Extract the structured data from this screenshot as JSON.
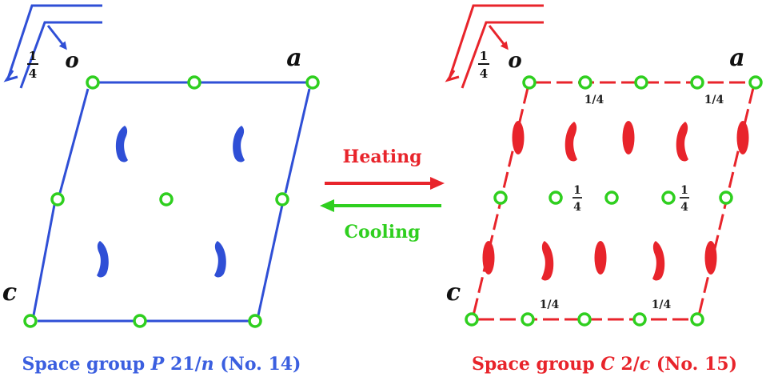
{
  "colors": {
    "blue": "#2f4fd6",
    "red": "#e8242b",
    "green": "#2fcf1f",
    "dark": "#111111",
    "caption_blue": "#3b5fe0",
    "caption_red": "#e8242b"
  },
  "left_panel": {
    "origin_label": "o",
    "a_label": "a",
    "c_label": "c",
    "origin_height_num": "1",
    "origin_height_den": "4",
    "caption": {
      "prefix": "Space group ",
      "symbol_letter": "P",
      "symbol_rest": " 21/",
      "symbol_n": "n",
      "suffix": " (No. 14)"
    }
  },
  "right_panel": {
    "origin_label": "o",
    "a_label": "a",
    "c_label": "c",
    "origin_height_num": "1",
    "origin_height_den": "4",
    "quarter_label": "1/4",
    "frac_num": "1",
    "frac_den": "4",
    "caption": {
      "prefix": "Space group ",
      "symbol_letter": "C",
      "symbol_rest": " 2/",
      "symbol_c": "c",
      "suffix": " (No. 15)"
    }
  },
  "transition": {
    "heating_label": "Heating",
    "cooling_label": "Cooling",
    "heating_icon": "arrow-right-icon",
    "cooling_icon": "arrow-left-icon"
  }
}
